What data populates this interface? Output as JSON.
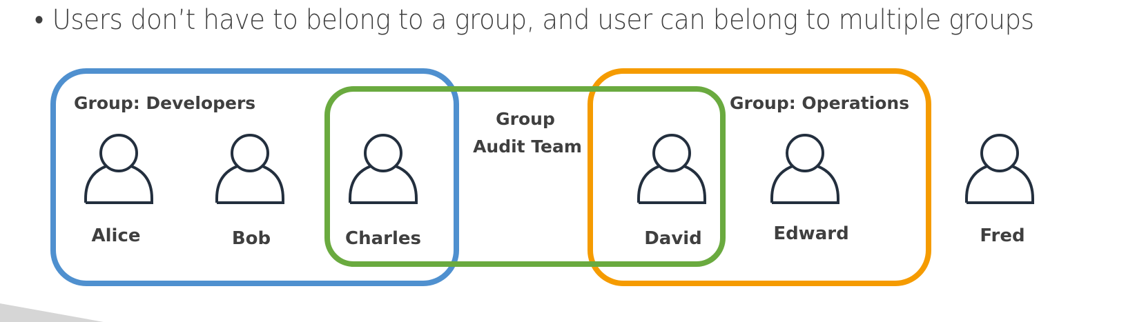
{
  "bullet": {
    "text": "Users don’t have to belong to a group, and user can belong to multiple groups"
  },
  "groups": {
    "developers": {
      "label": "Group: Developers",
      "color": "#4f90cf"
    },
    "audit": {
      "label_line1": "Group",
      "label_line2": "Audit Team",
      "color": "#6aaa3f"
    },
    "operations": {
      "label": "Group: Operations",
      "color": "#f59b00"
    }
  },
  "users": [
    "Alice",
    "Bob",
    "Charles",
    "David",
    "Edward",
    "Fred"
  ],
  "icon": "user-icon"
}
